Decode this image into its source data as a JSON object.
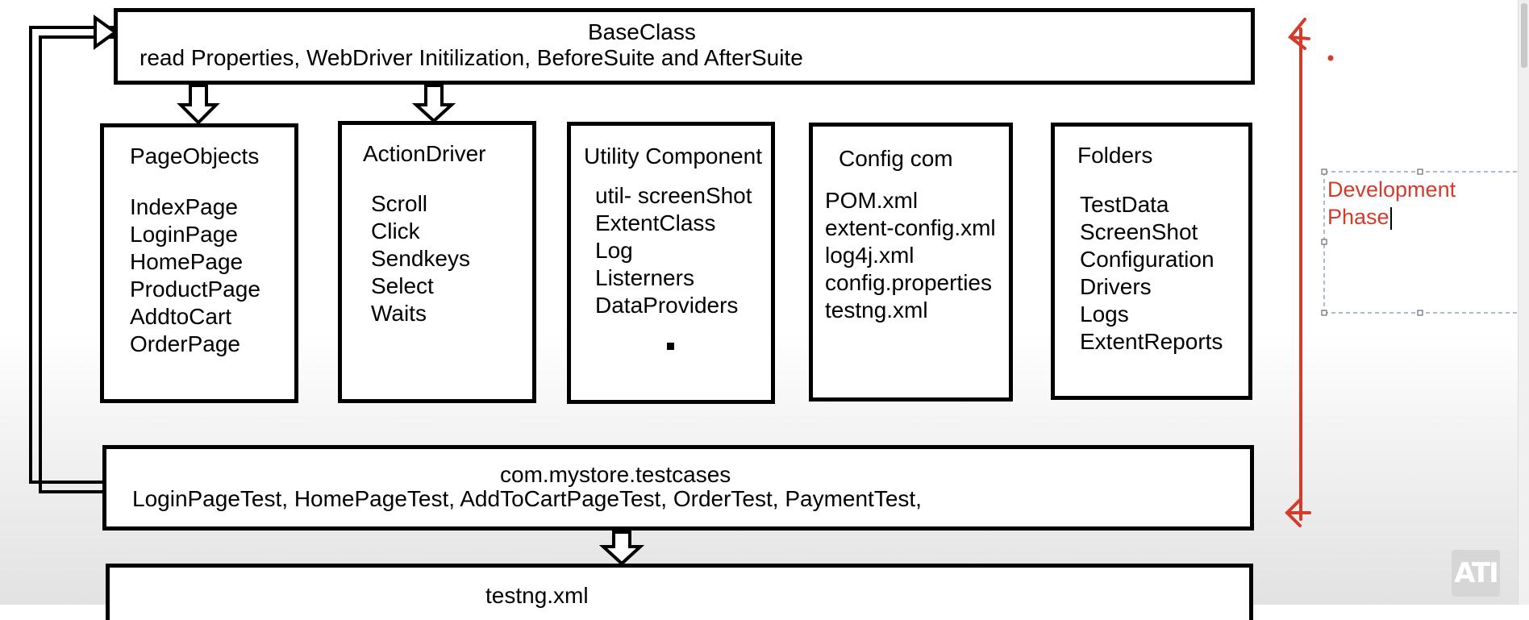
{
  "base_class": {
    "title": "BaseClass",
    "subtitle": "read Properties, WebDriver Initilization, BeforeSuite and AfterSuite"
  },
  "columns": [
    {
      "title": "PageObjects",
      "items": [
        "IndexPage",
        "LoginPage",
        "HomePage",
        "ProductPage",
        "AddtoCart",
        "OrderPage"
      ]
    },
    {
      "title": "ActionDriver",
      "items": [
        "Scroll",
        "Click",
        "Sendkeys",
        "Select",
        "Waits"
      ]
    },
    {
      "title": "Utility Component",
      "items": [
        "util- screenShot",
        "ExtentClass",
        "Log",
        "Listerners",
        "DataProviders"
      ]
    },
    {
      "title": "Config com",
      "items": [
        "POM.xml",
        "extent-config.xml",
        "log4j.xml",
        "config.properties",
        "testng.xml"
      ]
    },
    {
      "title": "Folders",
      "items": [
        "TestData",
        "ScreenShot",
        "Configuration",
        "Drivers",
        "Logs",
        "ExtentReports"
      ]
    }
  ],
  "testcases": {
    "title": "com.mystore.testcases",
    "subtitle": "LoginPageTest, HomePageTest, AddToCartPageTest, OrderTest, PaymentTest,"
  },
  "testng": {
    "title": "testng.xml"
  },
  "annotation": {
    "line1": "Development",
    "line2": "Phase",
    "color": "#d63a2a"
  },
  "logo": {
    "text": "ATI"
  }
}
